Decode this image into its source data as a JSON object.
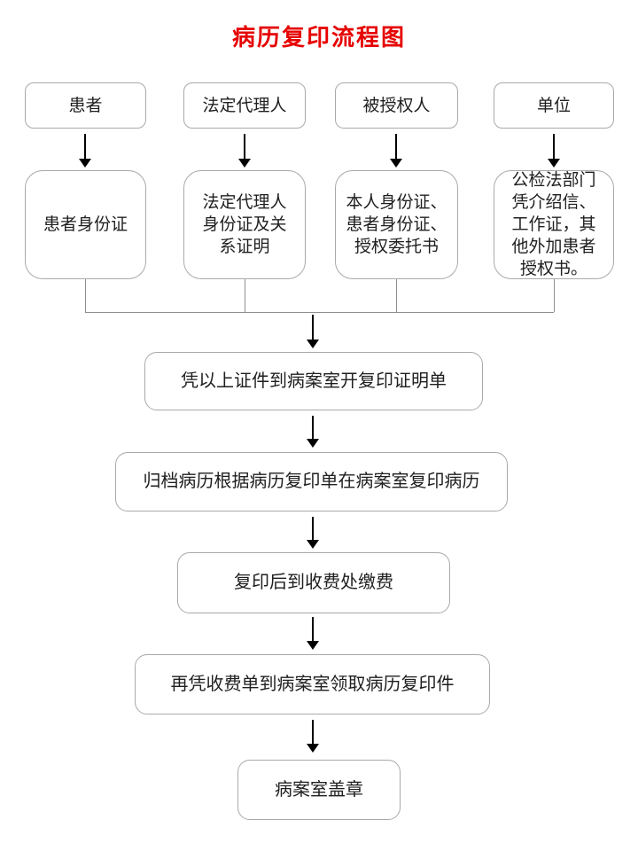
{
  "title": "病历复印流程图",
  "colors": {
    "title": "#e60000",
    "box_border": "#a9a9a9",
    "connector_line": "#8f8f8f",
    "arrow": "#000000",
    "background": "#ffffff"
  },
  "columns": [
    {
      "source": "患者",
      "documents": "患者身份证"
    },
    {
      "source": "法定代理人",
      "documents": "法定代理人\n身份证及关\n系证明"
    },
    {
      "source": "被授权人",
      "documents": "本人身份证、\n患者身份证、\n授权委托书"
    },
    {
      "source": "单位",
      "documents": "公检法部门\n凭介绍信、\n工作证，其\n他外加患者\n授权书。"
    }
  ],
  "steps": [
    "凭以上证件到病案室开复印证明单",
    "归档病历根据病历复印单在病案室复印病历",
    "复印后到收费处缴费",
    "再凭收费单到病案室领取病历复印件",
    "病案室盖章"
  ]
}
